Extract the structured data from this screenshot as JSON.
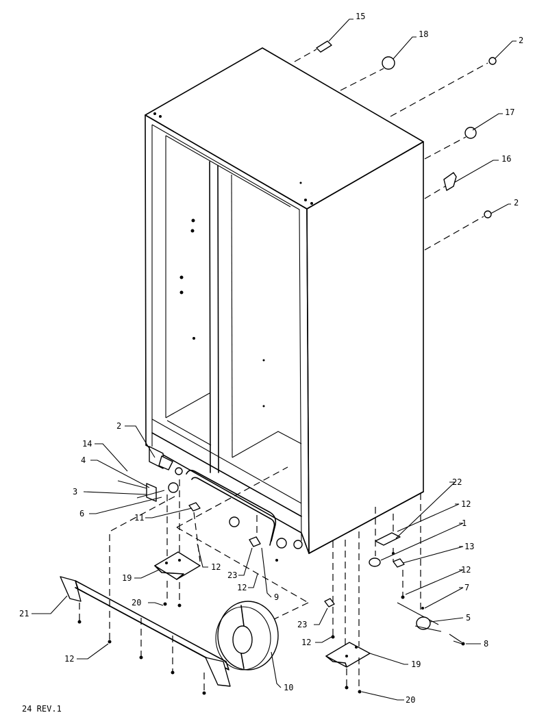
{
  "callouts": {
    "c15": "15",
    "c18": "18",
    "c2a": "2",
    "c17": "17",
    "c16": "16",
    "c2b": "2",
    "c2c": "2",
    "c14": "14",
    "c4": "4",
    "c3": "3",
    "c6": "6",
    "c11": "11",
    "c22": "22",
    "c12a": "12",
    "c1": "1",
    "c13": "13",
    "c12b": "12",
    "c7": "7",
    "c5": "5",
    "c8": "8",
    "c19a": "19",
    "c12c": "12",
    "c23a": "23",
    "c12d": "12",
    "c9": "9",
    "c20a": "20",
    "c21": "21",
    "c12e": "12",
    "c23b": "23",
    "c12f": "12",
    "c10": "10",
    "c19b": "19",
    "c20b": "20"
  },
  "footer": {
    "note": "24 REV.1"
  }
}
